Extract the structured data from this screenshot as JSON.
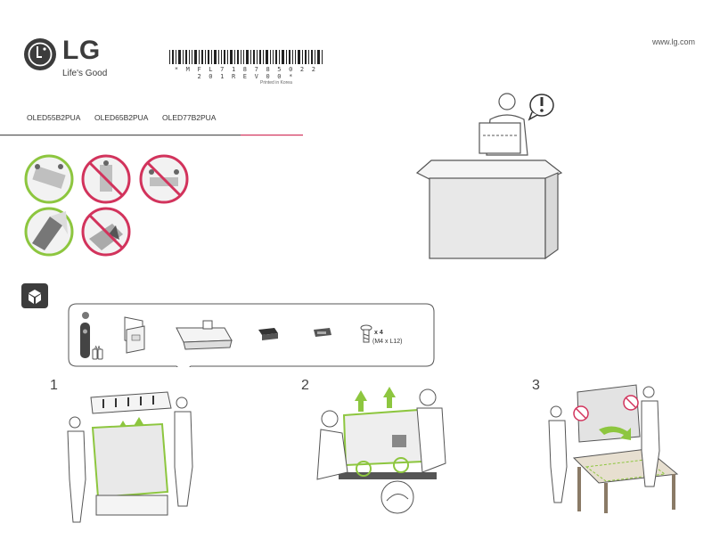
{
  "brand": {
    "logo_text": "LG",
    "tagline": "Life's Good",
    "website": "www.lg.com"
  },
  "barcode": {
    "code_text": "* M F L 7 1 8 7 8 5 0 2 2 2 0 1 R E V 0 0 *",
    "printed": "Printed in Korea"
  },
  "models": [
    "OLED55B2PUA",
    "OLED65B2PUA",
    "OLED77B2PUA"
  ],
  "accessories": {
    "screw_quantity": "x 4",
    "screw_size": "(M4 x L12)",
    "battery_label": "AA"
  },
  "steps": [
    "1",
    "2",
    "3"
  ],
  "colors": {
    "accent_green": "#8dc63f",
    "warning_red": "#d2335c",
    "line_gray": "#555555",
    "fill_gray": "#e6e6e6"
  },
  "icons": [
    "lg-logo-icon",
    "barcode",
    "warning-exclamation-icon",
    "correct-handling-icon",
    "prohibited-handling-icon",
    "unpacking-box-icon",
    "screw-icon",
    "up-arrow-icon",
    "rotate-arrow-icon"
  ]
}
